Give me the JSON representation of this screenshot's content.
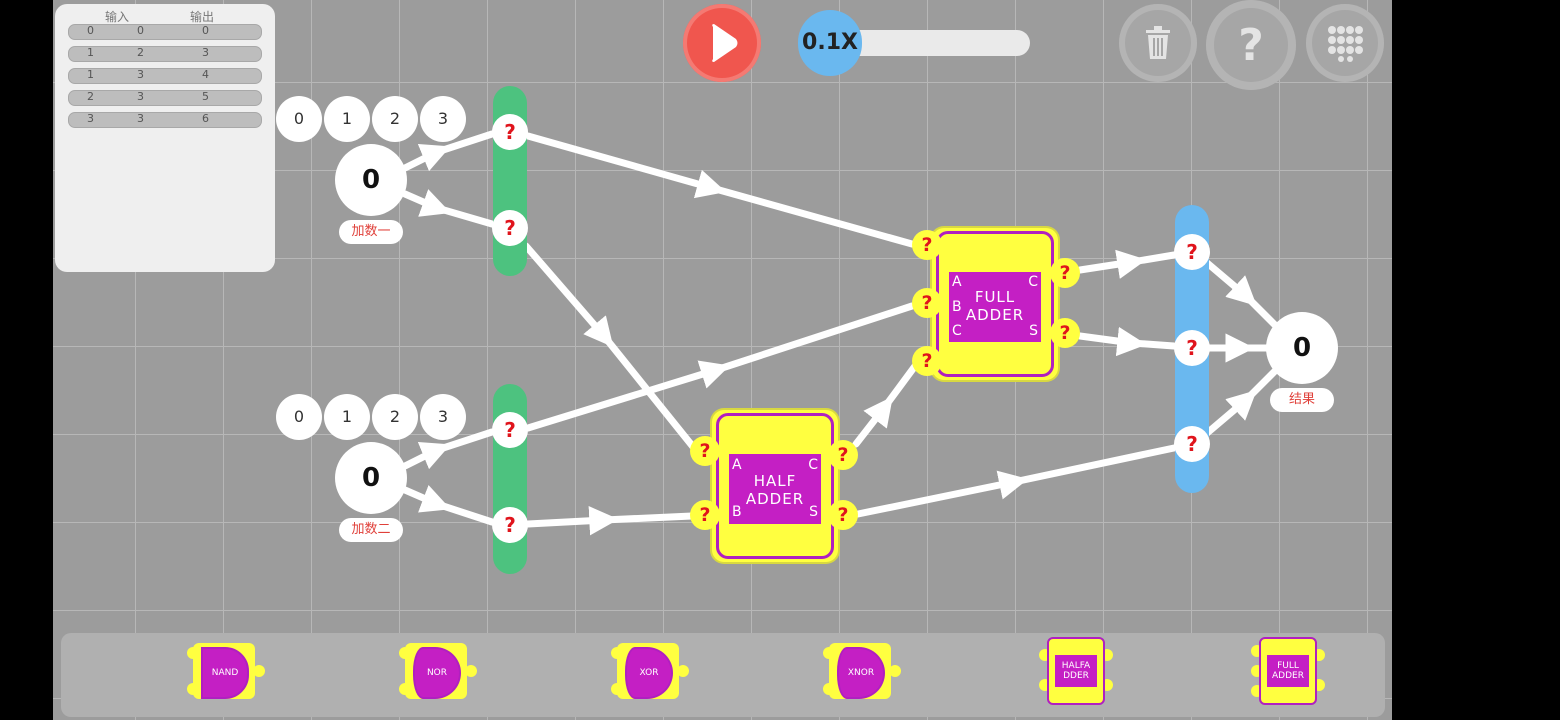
{
  "truth_table": {
    "headers": [
      "输入",
      "输出"
    ],
    "rows": [
      [
        "0",
        "0",
        "0"
      ],
      [
        "1",
        "2",
        "3"
      ],
      [
        "1",
        "3",
        "4"
      ],
      [
        "2",
        "3",
        "5"
      ],
      [
        "3",
        "3",
        "6"
      ]
    ]
  },
  "controls": {
    "speed": "0.1X",
    "help": "?"
  },
  "input_a": {
    "options": [
      "0",
      "1",
      "2",
      "3"
    ],
    "value": "0",
    "label": "加数一"
  },
  "input_b": {
    "options": [
      "0",
      "1",
      "2",
      "3"
    ],
    "value": "0",
    "label": "加数二"
  },
  "unknown": "?",
  "full_adder": {
    "title_1": "FULL",
    "title_2": "ADDER",
    "pin_a": "A",
    "pin_b": "B",
    "pin_c": "C",
    "pin_cout": "C",
    "pin_s": "S"
  },
  "half_adder": {
    "title_1": "HALF",
    "title_2": "ADDER",
    "pin_a": "A",
    "pin_b": "B",
    "pin_c": "C",
    "pin_s": "S"
  },
  "result": {
    "value": "0",
    "label": "结果"
  },
  "palette": {
    "nand": "NAND",
    "nor": "NOR",
    "xor": "XOR",
    "xnor": "XNOR",
    "half_adder": [
      "HALFA",
      "DDER"
    ],
    "full_adder": [
      "FULL",
      "ADDER"
    ]
  },
  "colors": {
    "play": "#f0564e",
    "speed": "#6ab8ef",
    "bus_input": "#4dc27f",
    "bus_output": "#6ab8ef",
    "gate_body": "#ffff40",
    "gate_core": "#c41fc4",
    "question": "#e0141c"
  }
}
